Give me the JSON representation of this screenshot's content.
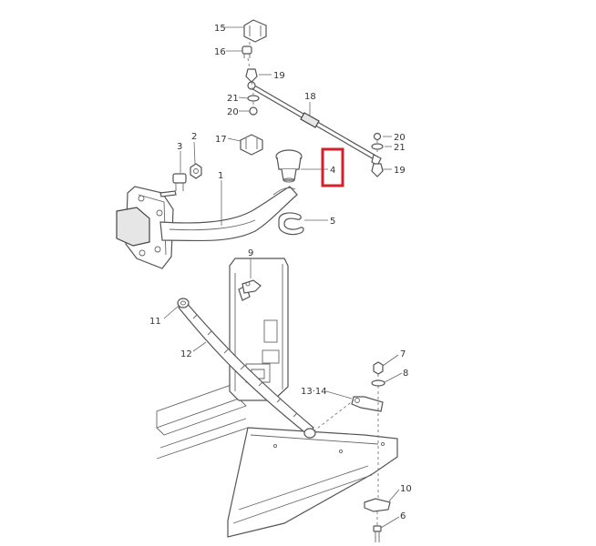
{
  "callouts": {
    "p1": "1",
    "p2": "2",
    "p3": "3",
    "p4": "4",
    "p5": "5",
    "p6": "6",
    "p7": "7",
    "p8": "8",
    "p9": "9",
    "p10": "10",
    "p11": "11",
    "p12": "12",
    "p13_14": "13·14",
    "p15": "15",
    "p16": "16",
    "p17": "17",
    "p18": "18",
    "p19a": "19",
    "p19b": "19",
    "p20a": "20",
    "p20b": "20",
    "p21a": "21",
    "p21b": "21"
  },
  "highlight": {
    "part": "4",
    "color": "#d4202a"
  }
}
